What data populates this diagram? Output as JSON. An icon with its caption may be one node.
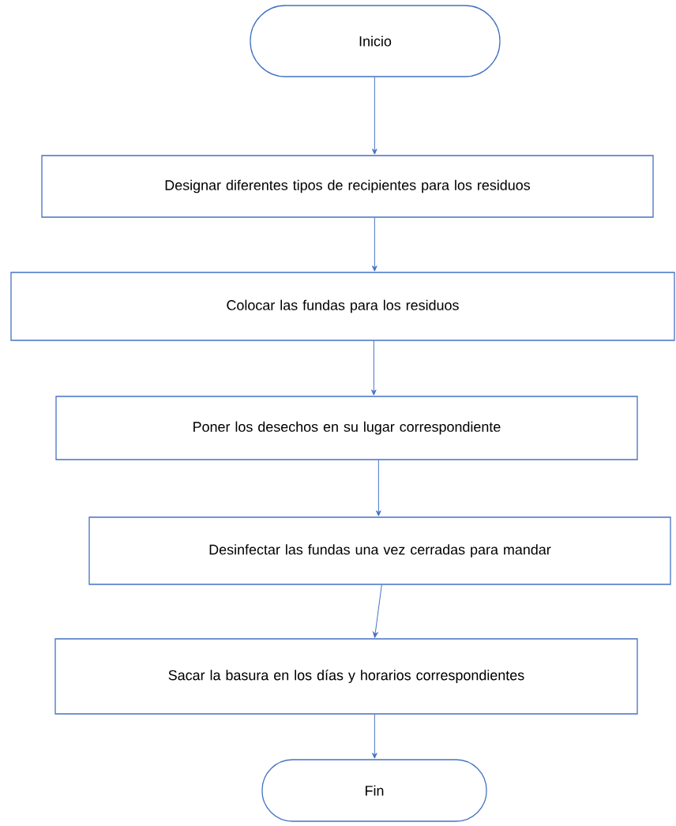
{
  "diagram": {
    "nodes": [
      {
        "text": [
          "Inicio"
        ]
      },
      {
        "text": [
          "Designar diferentes tipos de recipientes para los residuos"
        ]
      },
      {
        "text": [
          "Colocar las fundas para los residuos"
        ]
      },
      {
        "text": [
          "Poner los desechos en su lugar correspondiente"
        ]
      },
      {
        "text": [
          "Desinfectar las fundas una vez cerradas para mandar"
        ]
      },
      {
        "text": [
          "Sacar la basura en los días y horarios correspondientes"
        ]
      },
      {
        "text": [
          "Fin"
        ]
      }
    ],
    "edges": [
      {
        "from": 0,
        "to": 1,
        "arrow": "to"
      },
      {
        "from": 1,
        "to": 2,
        "arrow": "to"
      },
      {
        "from": 2,
        "to": 3,
        "arrow": "to"
      },
      {
        "from": 3,
        "to": 4,
        "arrow": "to"
      },
      {
        "from": 4,
        "to": 5,
        "arrow": "to"
      },
      {
        "from": 5,
        "to": 6,
        "arrow": "to"
      }
    ]
  }
}
